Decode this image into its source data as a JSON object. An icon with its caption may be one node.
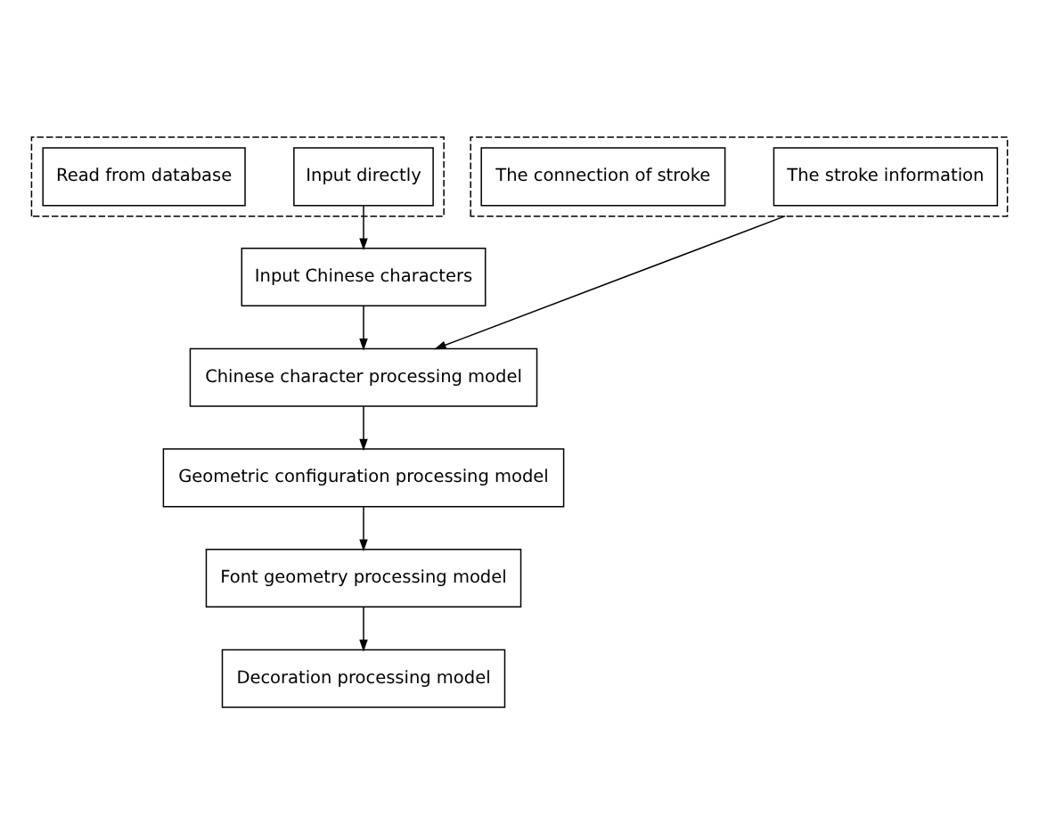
{
  "diagram": {
    "nodes": [
      {
        "text": [],
        "shape": "box"
      },
      {
        "text": [
          "Input directly"
        ],
        "in": 0
      },
      {
        "text": [
          "Read from database"
        ],
        "in": 0
      },
      {
        "text": [
          "Input Chinese characters"
        ]
      },
      {
        "text": [
          "Chinese character processing model"
        ]
      },
      {
        "text": [],
        "shape": "box"
      },
      {
        "text": [
          "The stroke information"
        ],
        "in": 5
      },
      {
        "text": [
          "The connection of stroke"
        ],
        "in": 5
      },
      {
        "text": [
          "Geometric configuration processing model"
        ]
      },
      {
        "text": [
          "Font geometry processing model"
        ]
      },
      {
        "text": [
          "Decoration processing model"
        ]
      }
    ],
    "edges": [
      {
        "from": 1,
        "to": 3,
        "arrow": "to"
      },
      {
        "from": 3,
        "to": 4,
        "arrow": "to"
      },
      {
        "from": 5,
        "to": 4,
        "arrow": "to"
      },
      {
        "from": 4,
        "to": 8,
        "arrow": "to"
      },
      {
        "from": 8,
        "to": 9,
        "arrow": "to"
      },
      {
        "from": 9,
        "to": 10,
        "arrow": "to"
      }
    ]
  }
}
